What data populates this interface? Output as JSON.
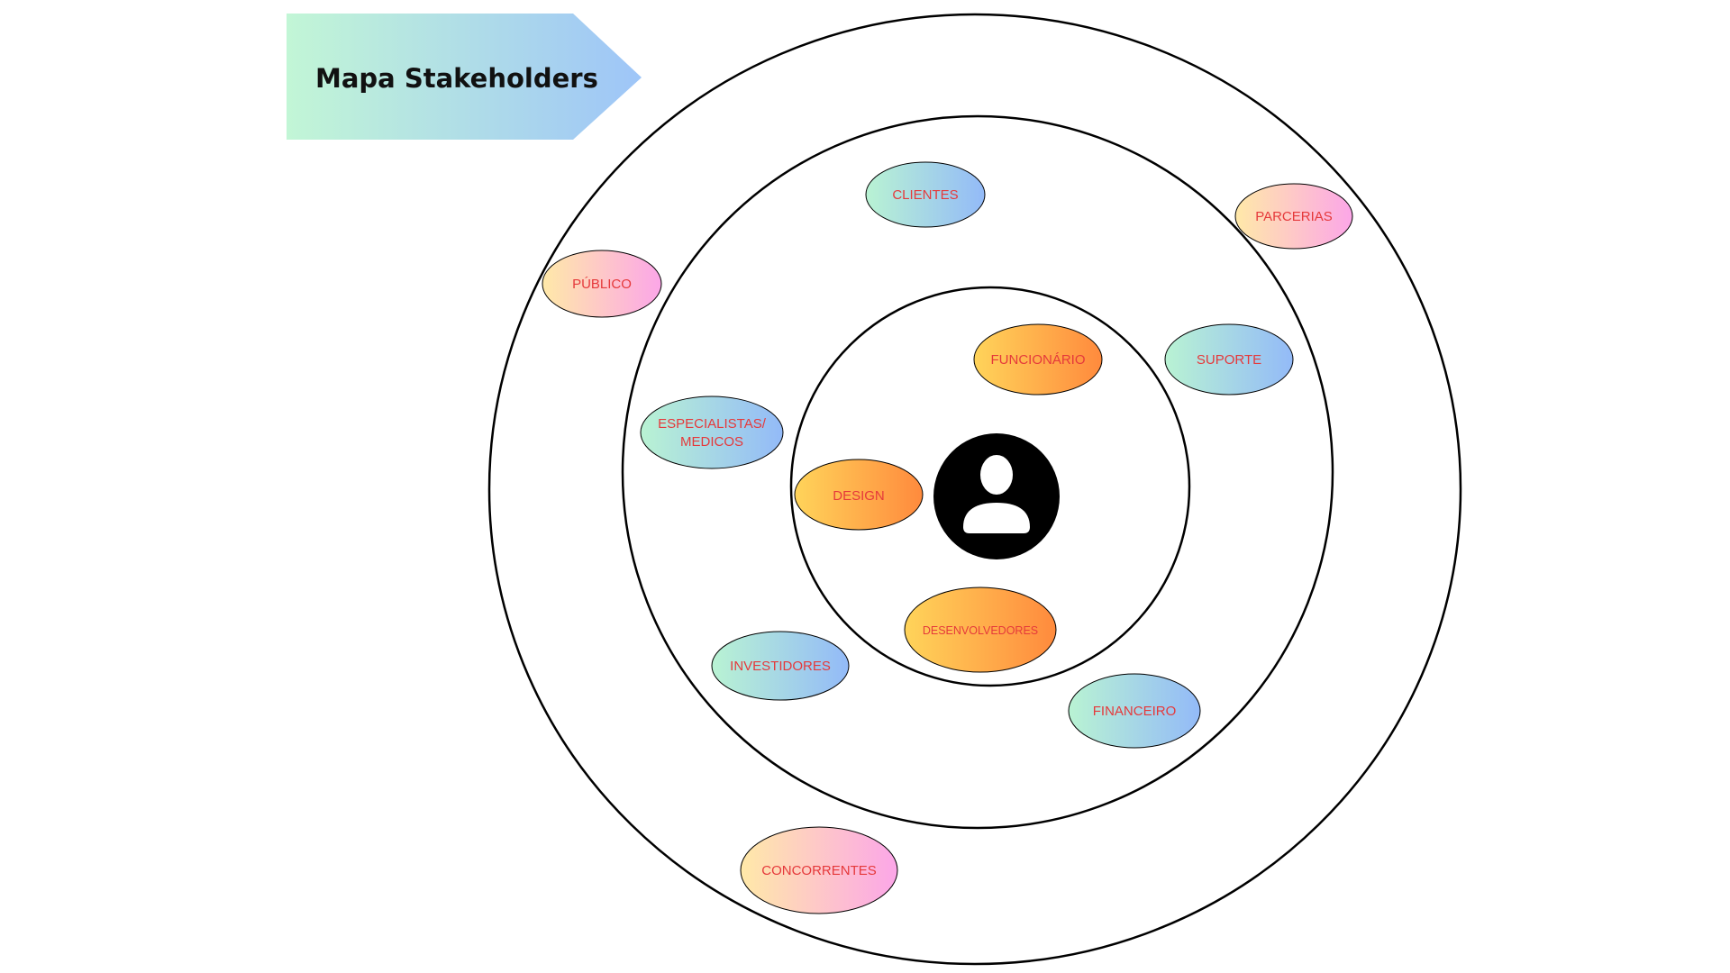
{
  "title": "Mapa Stakeholders",
  "colors": {
    "title_gradient": [
      "#c2f6d6",
      "#9ec5f8"
    ],
    "ring_stroke": "#000000",
    "label": "#e5393b",
    "teal_blue_gradient": [
      "#b9f3d3",
      "#93baf8"
    ],
    "yellow_pink_gradient": [
      "#ffe9a8",
      "#fca6e8"
    ],
    "orange_gradient": [
      "#ffd45a",
      "#ff8a3d"
    ],
    "center_fill": "#000000",
    "person_fill": "#ffffff"
  },
  "center": {
    "icon": "person-icon"
  },
  "stakeholders": [
    {
      "id": "funcionario",
      "label": "FUNCIONÁRIO",
      "ring": "inner",
      "style": "orange"
    },
    {
      "id": "design",
      "label": "DESIGN",
      "ring": "inner",
      "style": "orange"
    },
    {
      "id": "desenvolvedores",
      "label": "DESENVOLVEDORES",
      "ring": "inner",
      "style": "orange"
    },
    {
      "id": "clientes",
      "label": "CLIENTES",
      "ring": "middle",
      "style": "teal-blue"
    },
    {
      "id": "suporte",
      "label": "SUPORTE",
      "ring": "middle",
      "style": "teal-blue"
    },
    {
      "id": "especialistas",
      "label": "ESPECIALISTAS/\nMEDICOS",
      "ring": "middle",
      "style": "teal-blue"
    },
    {
      "id": "investidores",
      "label": "INVESTIDORES",
      "ring": "middle",
      "style": "teal-blue"
    },
    {
      "id": "financeiro",
      "label": "FINANCEIRO",
      "ring": "middle",
      "style": "teal-blue"
    },
    {
      "id": "publico",
      "label": "PÚBLICO",
      "ring": "outer",
      "style": "yellow-pink"
    },
    {
      "id": "parcerias",
      "label": "PARCERIAS",
      "ring": "outer",
      "style": "yellow-pink"
    },
    {
      "id": "concorrentes",
      "label": "CONCORRENTES",
      "ring": "outer",
      "style": "yellow-pink"
    }
  ]
}
